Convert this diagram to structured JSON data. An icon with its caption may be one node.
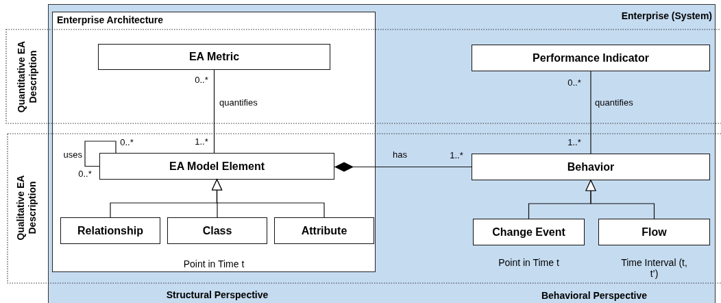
{
  "diagram": {
    "nodes": [
      {
        "text": [
          "Enterprise (System)"
        ]
      },
      {
        "text": [
          "Enterprise Architecture",
          "Point in Time t"
        ],
        "in": 0
      },
      {
        "text": [
          "EA Metric"
        ],
        "in": 1
      },
      {
        "text": [
          "Performance Indicator"
        ],
        "in": 0
      },
      {
        "text": [
          "EA Model Element"
        ],
        "in": 1
      },
      {
        "text": [
          "Behavior"
        ],
        "in": 0
      },
      {
        "text": [
          "Relationship"
        ],
        "in": 1
      },
      {
        "text": [
          "Class"
        ],
        "in": 1
      },
      {
        "text": [
          "Attribute"
        ],
        "in": 1
      },
      {
        "text": [
          "Change Event"
        ],
        "in": 0,
        "beside": [
          "Point in Time t"
        ]
      },
      {
        "text": [
          "Flow"
        ],
        "in": 0,
        "beside": [
          "Time Interval (t, t’)"
        ]
      }
    ],
    "edges": [
      {
        "from": 2,
        "to": 4,
        "arrow": "none",
        "label": "quantifies"
      },
      {
        "from": 3,
        "to": 5,
        "arrow": "none",
        "label": "quantifies"
      },
      {
        "from": 4,
        "to": 4,
        "arrow": "none",
        "label": "uses"
      },
      {
        "from": 5,
        "to": 4,
        "arrow": "other",
        "label": "has"
      },
      {
        "from": 6,
        "to": 4,
        "arrow": "to"
      },
      {
        "from": 7,
        "to": 4,
        "arrow": "to"
      },
      {
        "from": 8,
        "to": 4,
        "arrow": "to"
      },
      {
        "from": 9,
        "to": 5,
        "arrow": "to"
      },
      {
        "from": 10,
        "to": 5,
        "arrow": "to"
      }
    ],
    "labels": [
      "Quantitative EA Description",
      "0..*",
      "0..*",
      "Qualitative EA Description",
      "0..*",
      "1..*",
      "1..*",
      "1..*",
      "0..*",
      "Structural Perspective",
      "Behavioral Perspective"
    ]
  }
}
